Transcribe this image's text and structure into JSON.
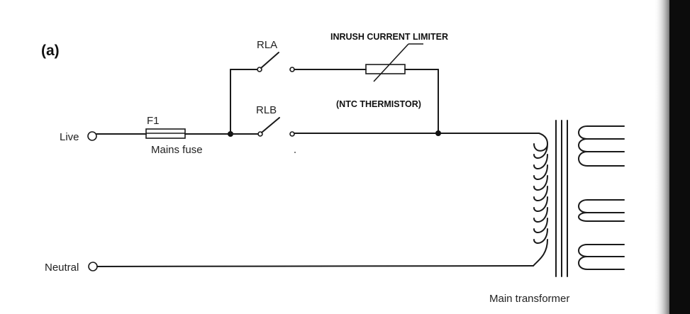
{
  "figure": {
    "panel_label": "(a)",
    "terminals": {
      "live": "Live",
      "neutral": "Neutral"
    },
    "fuse": {
      "id": "F1",
      "caption": "Mains fuse"
    },
    "relays": {
      "upper": "RLA",
      "lower": "RLB"
    },
    "limiter": {
      "title": "INRUSH CURRENT LIMITER",
      "subtitle": "(NTC THERMISTOR)"
    },
    "transformer": {
      "caption": "Main transformer"
    }
  }
}
